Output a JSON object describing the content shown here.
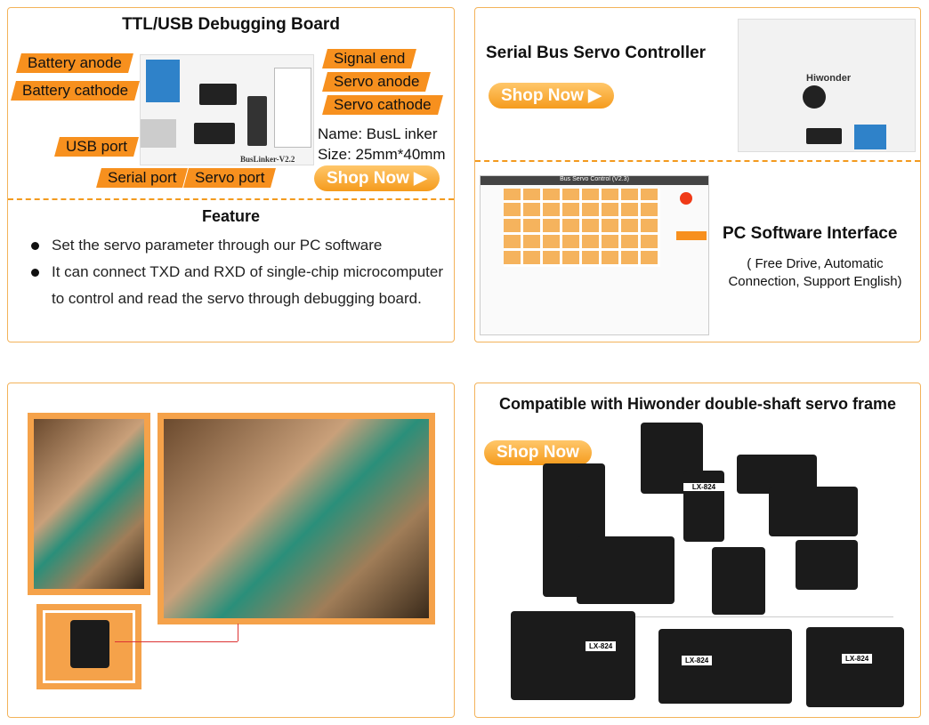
{
  "debug_board": {
    "title": "TTL/USB Debugging Board",
    "labels": {
      "battery_anode": "Battery anode",
      "battery_cathode": "Battery cathode",
      "usb_port": "USB port",
      "serial_port": "Serial port",
      "servo_port": "Servo port",
      "signal_end": "Signal end",
      "servo_anode": "Servo anode",
      "servo_cathode": "Servo cathode"
    },
    "name": "Name: BusL inker",
    "size": "Size: 25mm*40mm",
    "board_print": "BusLinker-V2.2",
    "shop_label": "Shop Now ▶",
    "feature_title": "Feature",
    "features": [
      "Set the servo parameter through our PC software",
      "It can connect TXD and RXD of single-chip microcomputer to control and read the servo through debugging board."
    ]
  },
  "controller": {
    "title": "Serial Bus Servo Controller",
    "shop_label": "Shop Now ▶",
    "board_print": "Hiwonder"
  },
  "software": {
    "title": "PC Software Interface",
    "subtitle": "( Free Drive, Automatic Connection, Support English)",
    "window_title": "Bus Servo Control (V2.3)"
  },
  "frame": {
    "title": "Compatible with Hiwonder double-shaft servo frame",
    "shop_label": "Shop Now",
    "servo_label": "LX-824"
  },
  "colors": {
    "accent": "#f7901e",
    "border": "#f3b35a"
  }
}
